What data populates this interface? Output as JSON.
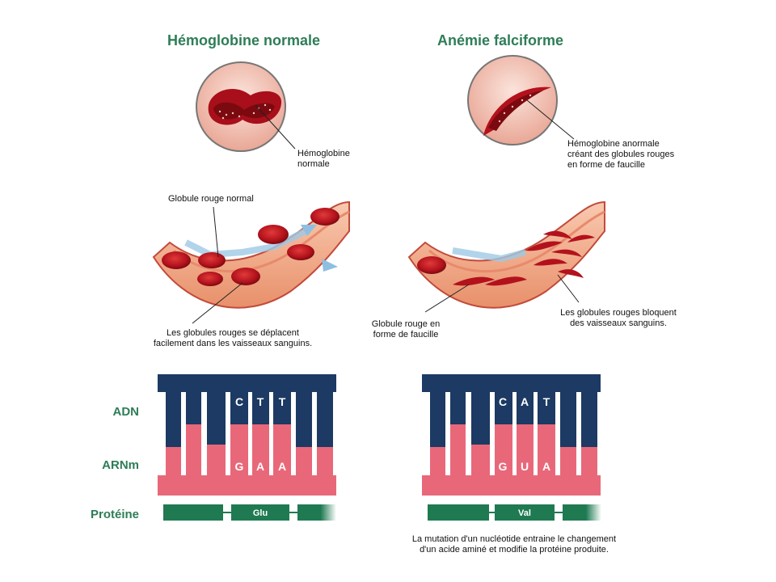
{
  "titles": {
    "normal": "Hémoglobine normale",
    "sickle": "Anémie falciforme"
  },
  "callouts": {
    "hb_normal": [
      "Hémoglobine",
      "normale"
    ],
    "hb_abnormal": [
      "Hémoglobine anormale",
      "créant des globules rouges",
      "en forme de faucille"
    ],
    "rbc_normal": "Globule rouge normal",
    "flow_normal": [
      "Les globules rouges se déplacent",
      "facilement dans les vaisseaux sanguins."
    ],
    "sickle_cell": [
      "Globule rouge en",
      "forme de faucille"
    ],
    "blocked": [
      "Les globules rouges bloquent",
      "des vaisseaux sanguins."
    ]
  },
  "row_labels": {
    "dna": "ADN",
    "mrna": "ARNm",
    "protein": "Protéine"
  },
  "normal_gene": {
    "dna_bases": [
      "C",
      "T",
      "T"
    ],
    "mrna_bases": [
      "G",
      "A",
      "A"
    ],
    "amino_acid": "Glu"
  },
  "sickle_gene": {
    "dna_bases": [
      "C",
      "A",
      "T"
    ],
    "mrna_bases": [
      "G",
      "U",
      "A"
    ],
    "amino_acid": "Val"
  },
  "mutation_note": [
    "La mutation d'un nucléotide entraine le changement",
    "d'un acide aminé et modifie la protéine produite."
  ],
  "colors": {
    "green": "#2e7d57",
    "dna_navy": "#1c3a63",
    "mrna_pink": "#e8687a",
    "protein_green": "#1f7a52",
    "blood_red": "#b3121c"
  }
}
